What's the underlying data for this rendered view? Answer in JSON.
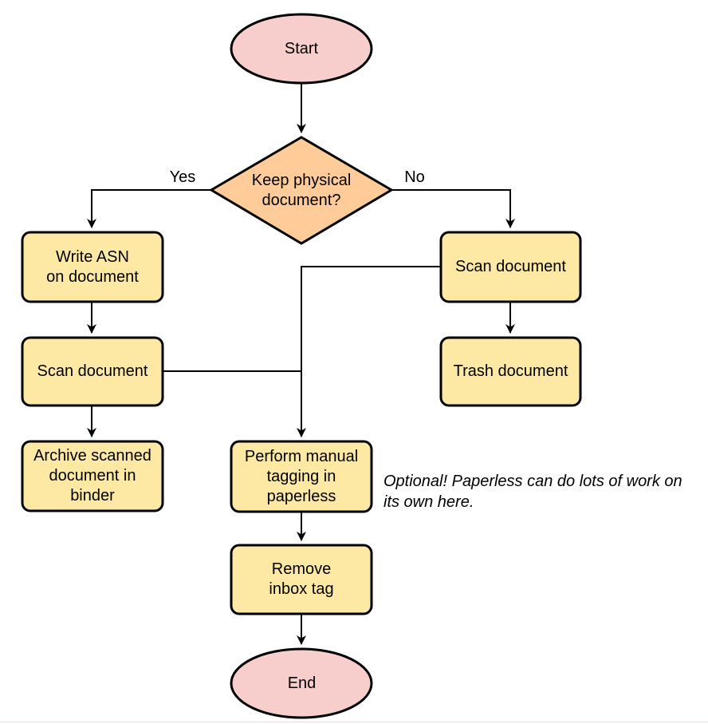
{
  "colors": {
    "terminal_fill": "#f8cecc",
    "decision_fill": "#ffcc99",
    "process_fill": "#fde9a3",
    "stroke": "#000000",
    "text": "#000000"
  },
  "nodes": {
    "start": {
      "label": "Start",
      "shape": "ellipse"
    },
    "decision": {
      "label": "Keep physical\ndocument?",
      "shape": "diamond"
    },
    "write_asn": {
      "label": "Write ASN\non document",
      "shape": "rounded-rect"
    },
    "scan_left": {
      "label": "Scan document",
      "shape": "rounded-rect"
    },
    "archive": {
      "label": "Archive scanned\ndocument in\nbinder",
      "shape": "rounded-rect"
    },
    "scan_right": {
      "label": "Scan document",
      "shape": "rounded-rect"
    },
    "trash": {
      "label": "Trash document",
      "shape": "rounded-rect"
    },
    "tagging": {
      "label": "Perform manual\ntagging in\npaperless",
      "shape": "rounded-rect"
    },
    "remove_inbox": {
      "label": "Remove\ninbox tag",
      "shape": "rounded-rect"
    },
    "end": {
      "label": "End",
      "shape": "ellipse"
    }
  },
  "edge_labels": {
    "yes": "Yes",
    "no": "No"
  },
  "annotation": {
    "text": "Optional! Paperless can do lots of work on\nits own here."
  }
}
